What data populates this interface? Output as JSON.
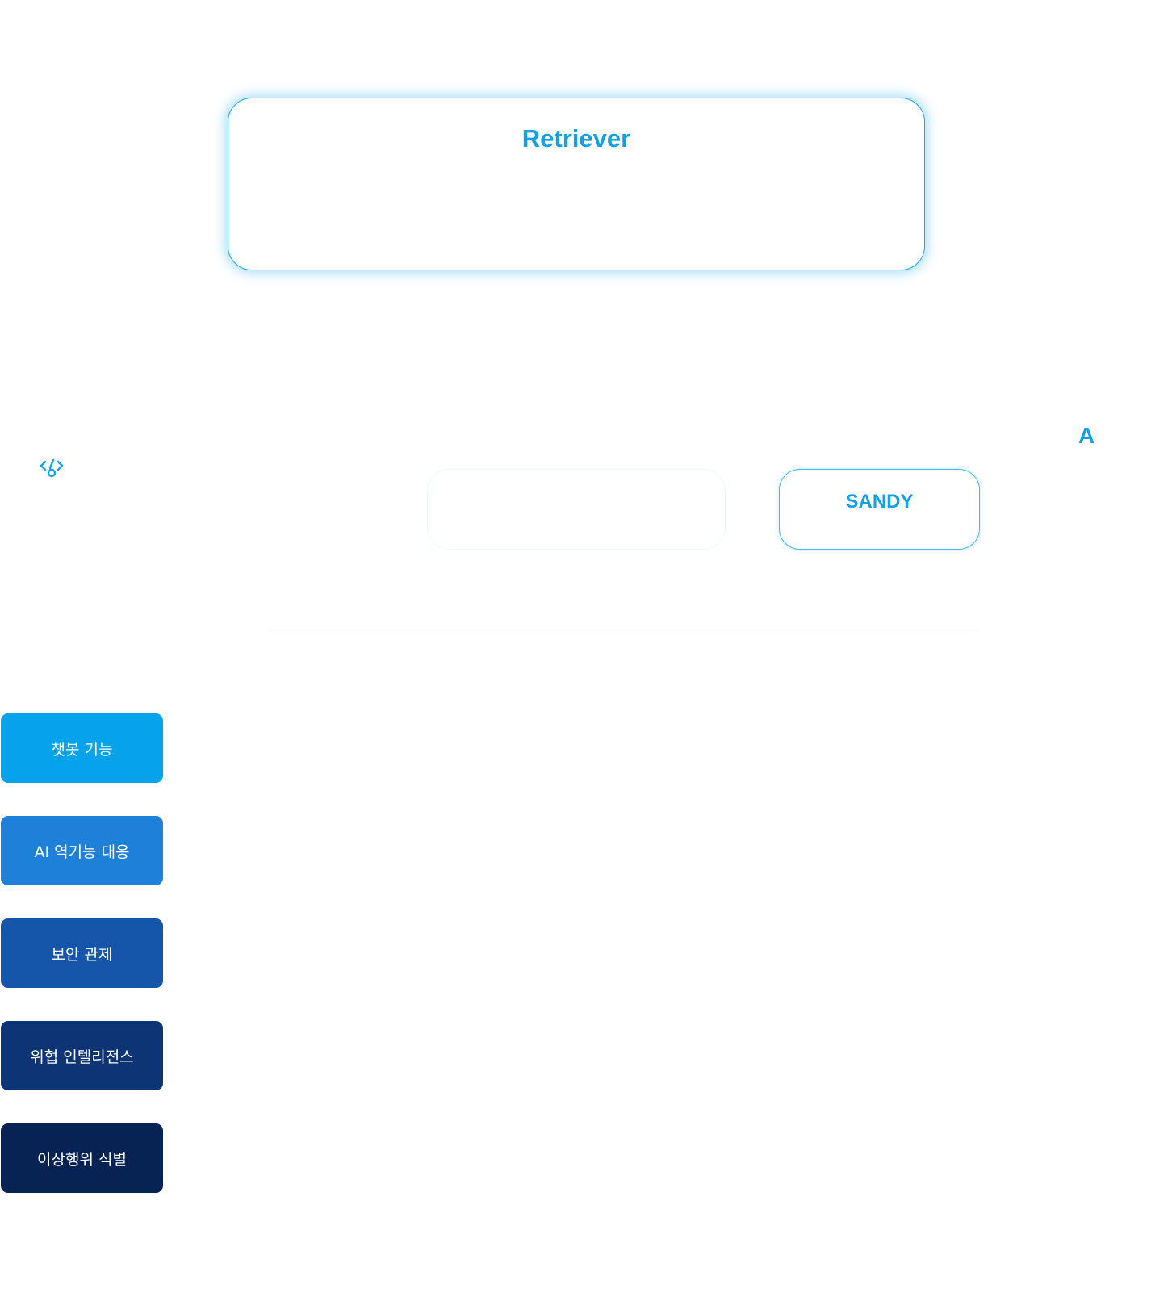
{
  "retriever": {
    "title": "Retriever"
  },
  "top_right_letter": "A",
  "left_icon": "code-icon",
  "sandy": {
    "label": "SANDY"
  },
  "side_buttons": [
    {
      "label": "챗봇 기능",
      "color": "#06a3ec"
    },
    {
      "label": "AI 역기능 대응",
      "color": "#1f80da"
    },
    {
      "label": "보안 관제",
      "color": "#1656aa"
    },
    {
      "label": "위협 인텔리전스",
      "color": "#0d3474"
    },
    {
      "label": "이상행위 식별",
      "color": "#072354"
    }
  ],
  "colors": {
    "accent": "#12a0e6",
    "border": "#1aa6ec"
  }
}
